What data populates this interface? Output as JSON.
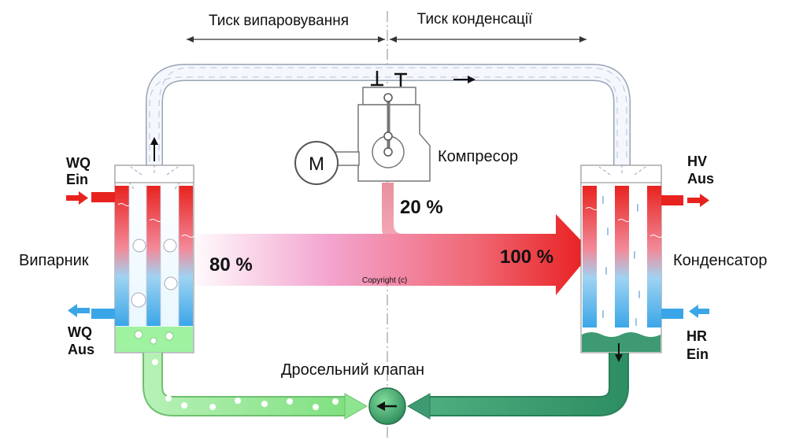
{
  "pressure": {
    "evaporation_label": "Тиск випаровування",
    "condensation_label": "Тиск конденсації"
  },
  "components": {
    "compressor_label": "Компресор",
    "motor_label": "M",
    "evaporator_label": "Випарник",
    "condenser_label": "Конденсатор",
    "valve_label": "Дросельний клапан"
  },
  "ports": {
    "wq_in_line1": "WQ",
    "wq_in_line2": "Ein",
    "wq_out_line1": "WQ",
    "wq_out_line2": "Aus",
    "hv_out_line1": "HV",
    "hv_out_line2": "Aus",
    "hr_in_line1": "HR",
    "hr_in_line2": "Ein"
  },
  "energy": {
    "ambient_percent": "80 %",
    "compressor_percent": "20 %",
    "total_percent": "100 %",
    "copyright": "Copyright (c)"
  },
  "colors": {
    "hot": "#e8231f",
    "cold": "#3aa6e8",
    "liquid_green": "#8fe58f",
    "dark_green": "#3a9a6e",
    "arrow_pink": "#f07aa8",
    "pipe_outline": "#9aa3b5"
  }
}
